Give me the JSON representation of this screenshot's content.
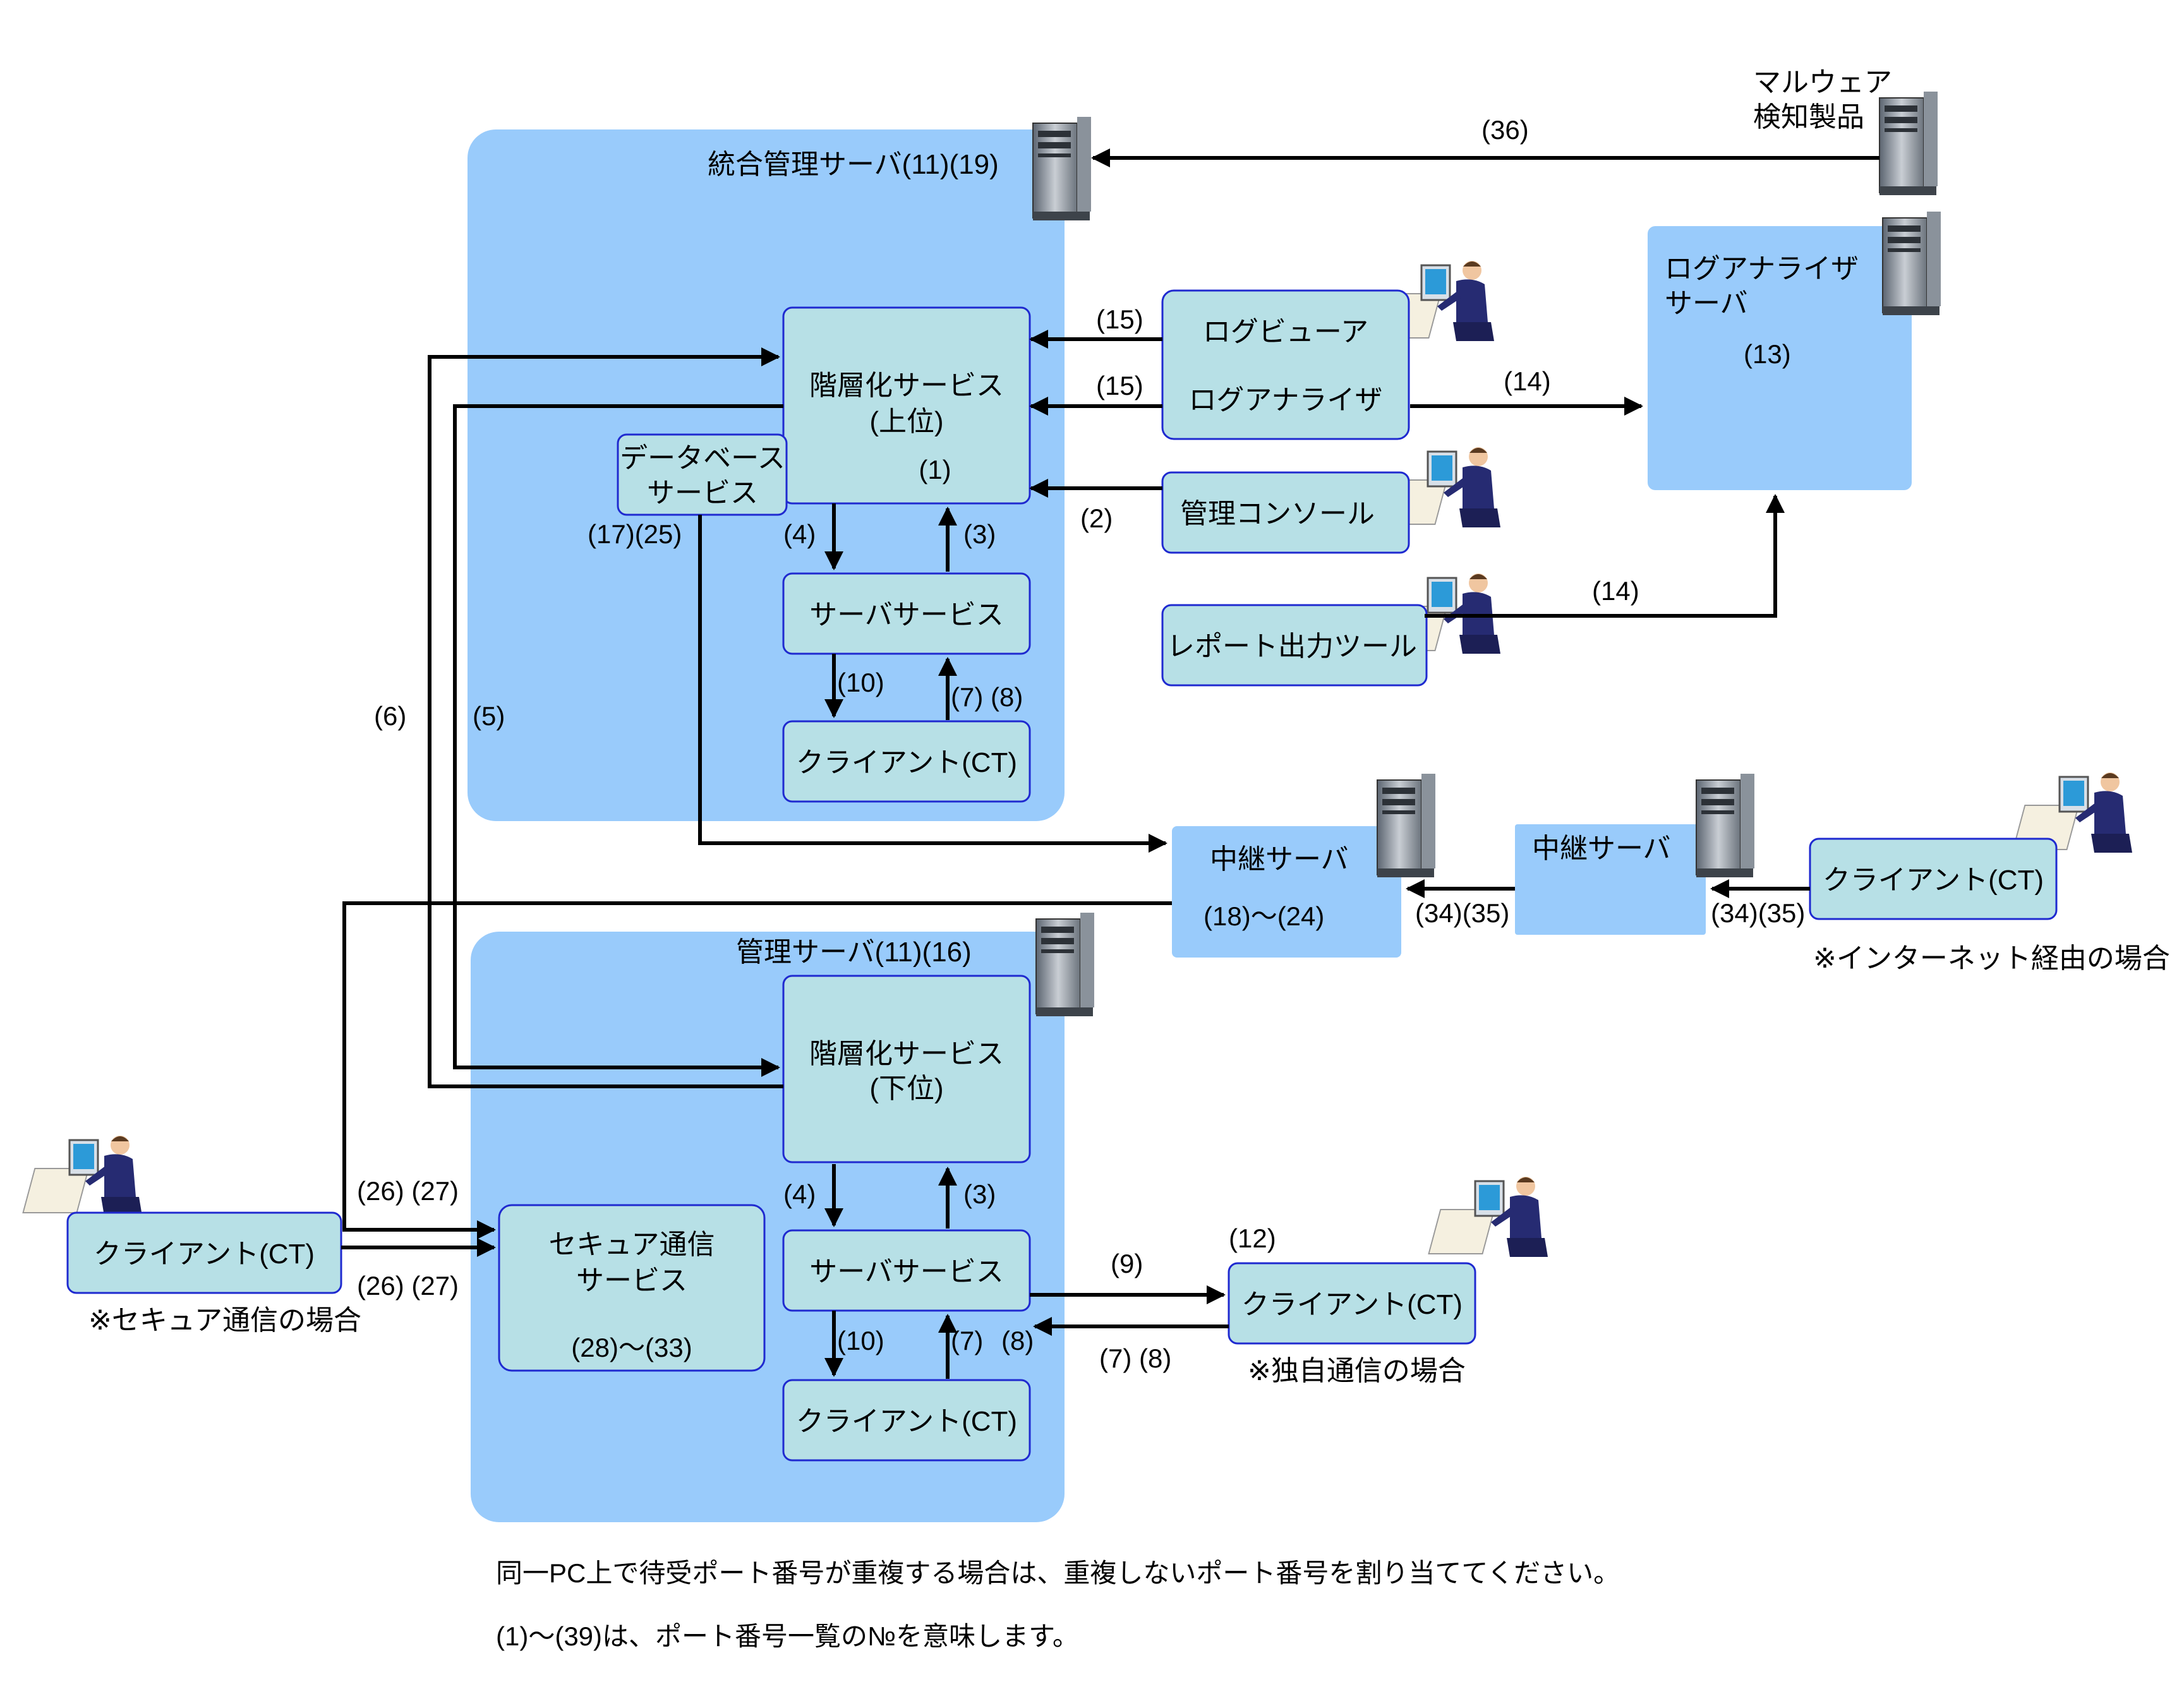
{
  "regions": {
    "integrated_server": "統合管理サーバ(11)(19)",
    "management_server": "管理サーバ(11)(16)",
    "log_analyzer_server": [
      "ログアナライザ",
      "サーバ"
    ],
    "log_analyzer_server_port": "(13)",
    "relay_server_main": "中継サーバ",
    "relay_server_main_ports": "(18)〜(24)",
    "relay_server_right": "中継サーバ"
  },
  "boxes": {
    "hier_upper": [
      "階層化サービス",
      "(上位)"
    ],
    "hier_upper_port": "(1)",
    "database": [
      "データベース",
      "サービス"
    ],
    "database_ports": "(17)(25)",
    "server_service_1": "サーバサービス",
    "client_1": "クライアント(CT)",
    "hier_lower": [
      "階層化サービス",
      "(下位)"
    ],
    "server_service_2": "サーバサービス",
    "client_2": "クライアント(CT)",
    "secure": [
      "セキュア通信",
      "サービス"
    ],
    "secure_ports": "(28)〜(33)",
    "log_viewer": "ログビューア",
    "log_analyzer": "ログアナライザ",
    "mgmt_console": "管理コンソール",
    "report_tool": "レポート出力ツール",
    "client_internet": "クライアント(CT)",
    "client_secure": "クライアント(CT)",
    "client_own": "クライアント(CT)"
  },
  "labels": {
    "malware": [
      "マルウェア",
      "検知製品"
    ],
    "p36": "(36)",
    "p15a": "(15)",
    "p15b": "(15)",
    "p14a": "(14)",
    "p14b": "(14)",
    "p2": "(2)",
    "p4a": "(4)",
    "p3a": "(3)",
    "p10a": "(10)",
    "p7_8a": "(7) (8)",
    "p6": "(6)",
    "p5": "(5)",
    "p34_35a": "(34)(35)",
    "p34_35b": "(34)(35)",
    "p26_27a": "(26) (27)",
    "p26_27b": "(26) (27)",
    "p4b": "(4)",
    "p3b": "(3)",
    "p10b": "(10)",
    "p7b": "(7)",
    "p8b": "(8)",
    "p9": "(9)",
    "p12": "(12)",
    "p7_8c": "(7) (8)",
    "note_internet": "※インターネット経由の場合",
    "note_secure": "※セキュア通信の場合",
    "note_own": "※独自通信の場合"
  },
  "footer": {
    "line1": "同一PC上で待受ポート番号が重複する場合は、重複しないポート番号を割り当ててください。",
    "line2": "(1)〜(39)は、ポート番号一覧の№を意味します。"
  },
  "colors": {
    "region": "#99cbfb",
    "box_fill": "#b7e0e6",
    "box_border": "#1f2ad0",
    "line": "#000000"
  }
}
